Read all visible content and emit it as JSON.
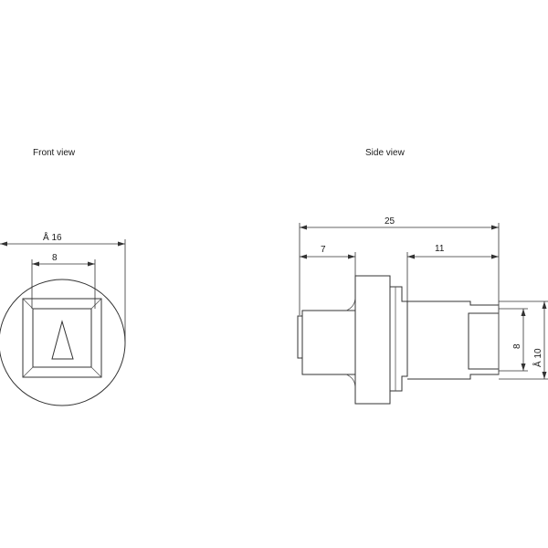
{
  "views": {
    "front_label": "Front view",
    "side_label": "Side view"
  },
  "front_dims": {
    "outer_diameter": "Å  16",
    "square_width": "8"
  },
  "side_dims": {
    "overall_length": "25",
    "head_length": "7",
    "tail_length": "11",
    "tail_inner": "8",
    "tail_outer": "Å  10"
  }
}
